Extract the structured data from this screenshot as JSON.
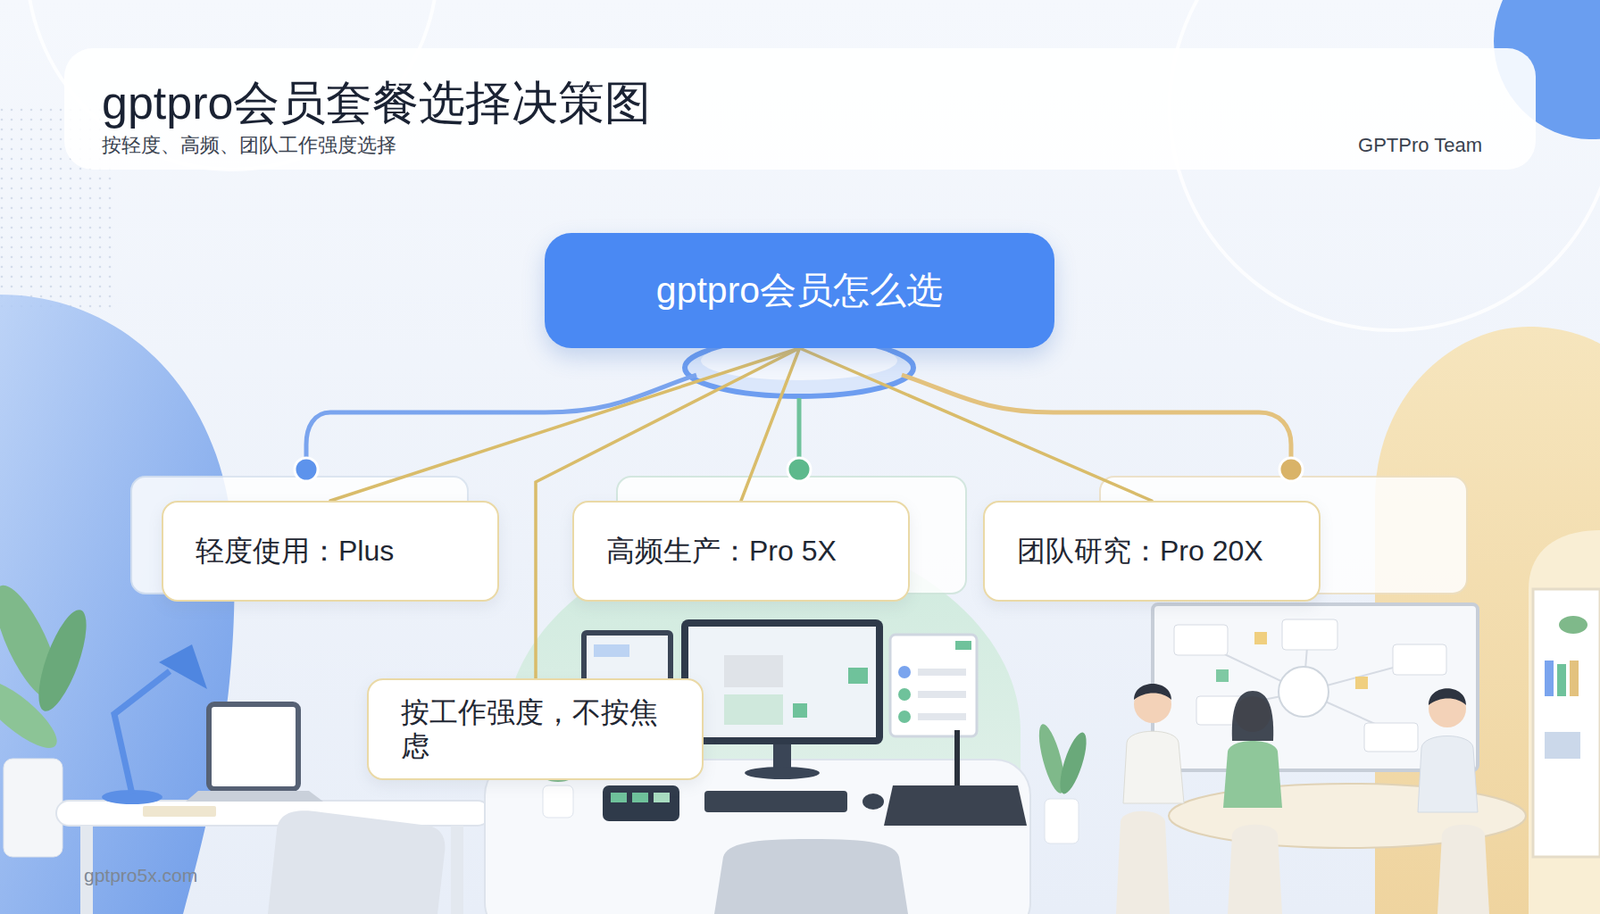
{
  "diagram": {
    "title": "gptpro会员套餐选择决策图",
    "nodes": [
      {
        "text": [
          "gptpro会员怎么选"
        ]
      },
      {
        "text": [
          "轻度使用：Plus"
        ]
      },
      {
        "text": [
          "高频生产：Pro 5X"
        ]
      },
      {
        "text": [
          "团队研究：Pro 20X"
        ]
      },
      {
        "text": [
          "按工作强度，不按焦虑"
        ]
      }
    ],
    "edges": [
      {
        "from": 0,
        "to": 1,
        "arrow": "none"
      },
      {
        "from": 0,
        "to": 2,
        "arrow": "none"
      },
      {
        "from": 0,
        "to": 3,
        "arrow": "none"
      },
      {
        "from": 0,
        "to": 4,
        "arrow": "none"
      }
    ],
    "labels": [
      "按轻度、高频、团队工作强度选择",
      "GPTPro Team",
      "gptpro5x.com"
    ]
  }
}
